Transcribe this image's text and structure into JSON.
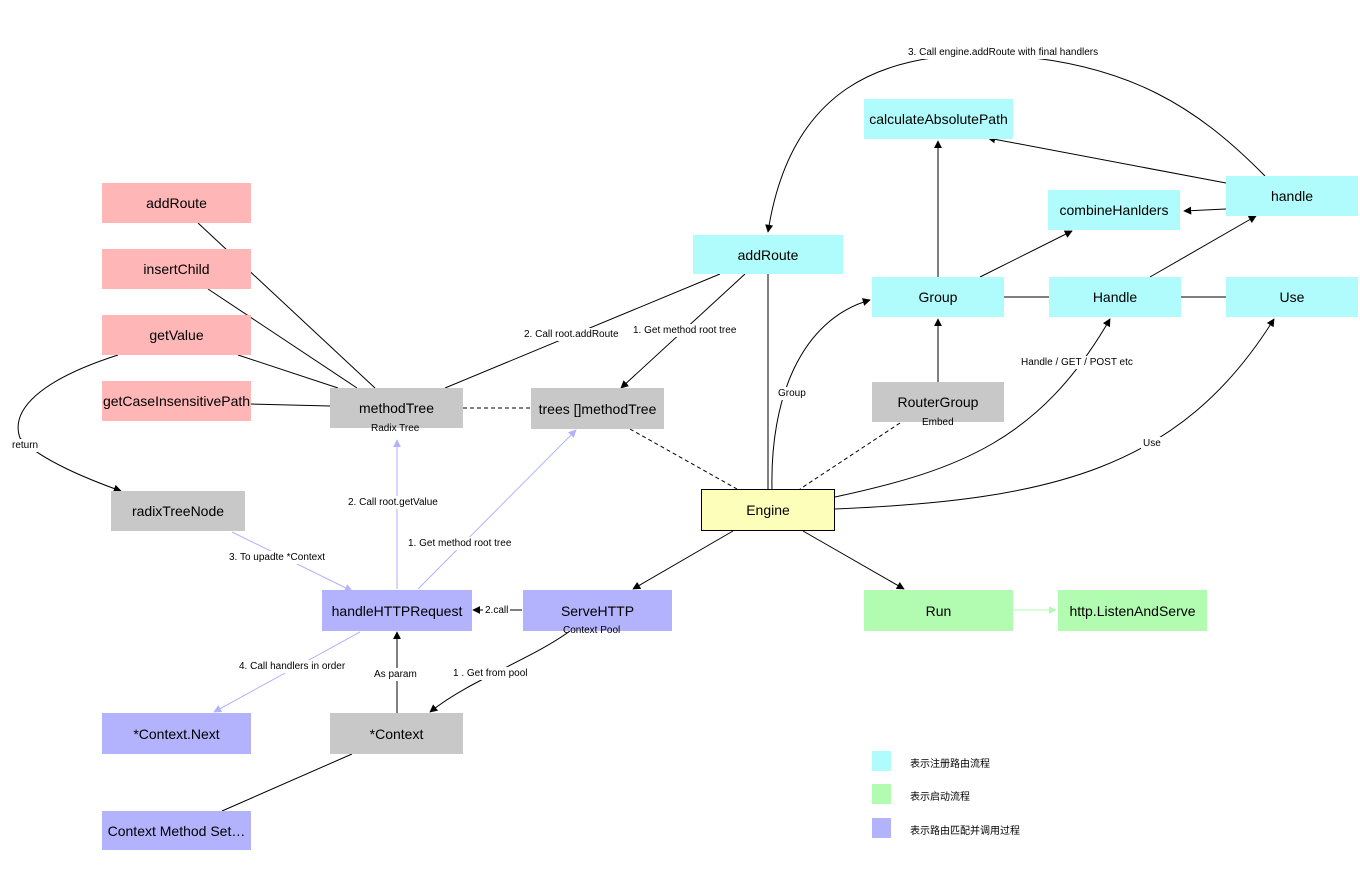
{
  "nodes": {
    "calculateAbsolutePath": "calculateAbsolutePath",
    "combineHandlers": "combineHanlders",
    "handle": "handle",
    "addRouteEngine": "addRoute",
    "group": "Group",
    "handleMethod": "Handle",
    "use": "Use",
    "routerGroup": "RouterGroup",
    "engine": "Engine",
    "addRouteTree": "addRoute",
    "insertChild": "insertChild",
    "getValue": "getValue",
    "getCaseInsensitivePath": "getCaseInsensitivePath",
    "methodTree": "methodTree",
    "trees": "trees []methodTree",
    "radixTreeNode": "radixTreeNode",
    "handleHTTPRequest": "handleHTTPRequest",
    "serveHTTP": "ServeHTTP",
    "run": "Run",
    "listenAndServe": "http.ListenAndServe",
    "contextNext": "*Context.Next",
    "context": "*Context",
    "contextMethodSet": "Context Method Set…"
  },
  "sublabels": {
    "radixTree": "Radix Tree",
    "embed": "Embed",
    "contextPool": "Context Pool"
  },
  "edge_labels": {
    "callEngineAddRoute": "3. Call engine.addRoute with final handlers",
    "callRootAddRoute": "2. Call root.addRoute",
    "getMethodRootTreeTop": "1. Get method root tree",
    "group": "Group",
    "handleGetPost": "Handle / GET / POST etc",
    "use": "Use",
    "return": "return",
    "callRootGetValue": "2. Call root.getValue",
    "getMethodRootTreeBottom": "1. Get method root tree",
    "updateContext": "3. To upadte *Context",
    "call": "2.call",
    "callHandlers": "4. Call handlers in order",
    "asParam": "As param",
    "getFromPool": "1 . Get from pool"
  },
  "legend": [
    {
      "label": "表示注册路由流程",
      "color": "#b0fbfb"
    },
    {
      "label": "表示启动流程",
      "color": "#b1fcb0"
    },
    {
      "label": "表示路由匹配并调用过程",
      "color": "#b2b2fd"
    }
  ],
  "colors": {
    "register": "#b0fbfb",
    "tree": "#ffb6b7",
    "struct": "#c8c8c8",
    "match": "#b2b2fd",
    "start": "#b1fcb0",
    "engine": "#fefebb"
  }
}
